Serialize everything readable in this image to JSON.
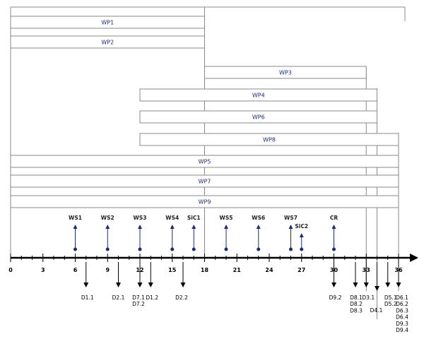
{
  "work_packages": [
    {
      "label": "WP1",
      "start": 0,
      "end": 18
    },
    {
      "label": "WP2",
      "start": 0,
      "end": 18
    },
    {
      "label": "WP3",
      "start": 18,
      "end": 33
    },
    {
      "label": "WP4",
      "start": 12,
      "end": 34
    },
    {
      "label": "WP6",
      "start": 12,
      "end": 34
    },
    {
      "label": "WP8",
      "start": 12,
      "end": 36
    },
    {
      "label": "WP5",
      "start": 0,
      "end": 36
    },
    {
      "label": "WP7",
      "start": 0,
      "end": 36
    },
    {
      "label": "WP9",
      "start": 0,
      "end": 36
    }
  ],
  "milestones": [
    {
      "label": "WS1",
      "month": 6
    },
    {
      "label": "WS2",
      "month": 9
    },
    {
      "label": "WS3",
      "month": 12
    },
    {
      "label": "WS4",
      "month": 15
    },
    {
      "label": "SiC1",
      "month": 17
    },
    {
      "label": "WS5",
      "month": 20
    },
    {
      "label": "WS6",
      "month": 23
    },
    {
      "label": "WS7",
      "month": 26
    },
    {
      "label": "SiC2",
      "month": 27
    },
    {
      "label": "CR",
      "month": 30
    }
  ],
  "axis": {
    "min": 0,
    "max": 36,
    "tick_labels": [
      "0",
      "3",
      "6",
      "9",
      "12",
      "15",
      "18",
      "21",
      "24",
      "27",
      "30",
      "33",
      "36"
    ]
  },
  "deliverables": [
    {
      "month": 7,
      "labels": [
        "D1.1"
      ]
    },
    {
      "month": 10,
      "labels": [
        "D2.1"
      ]
    },
    {
      "month": 12,
      "labels": [
        "D7.1",
        "D7.2"
      ]
    },
    {
      "month": 13,
      "labels": [
        "D1.2"
      ]
    },
    {
      "month": 16,
      "labels": [
        "D2.2"
      ]
    },
    {
      "month": 30,
      "labels": [
        "D9.2"
      ]
    },
    {
      "month": 32,
      "labels": [
        "D8.1",
        "D8.2",
        "D8.3"
      ]
    },
    {
      "month": 33,
      "labels": [
        "D3.1"
      ]
    },
    {
      "month": 34,
      "labels": [
        "D4.1"
      ]
    },
    {
      "month": 35,
      "labels": [
        "D5.1",
        "D5.2"
      ]
    },
    {
      "month": 36,
      "labels": [
        "D6.1",
        "D6.2",
        "D6.3",
        "D6.4",
        "D9.3",
        "D9.4"
      ]
    }
  ],
  "colors": {
    "wp_text": "#1a2a80",
    "milestone": "#1a2a80",
    "bar_border": "#8a8a8a"
  }
}
